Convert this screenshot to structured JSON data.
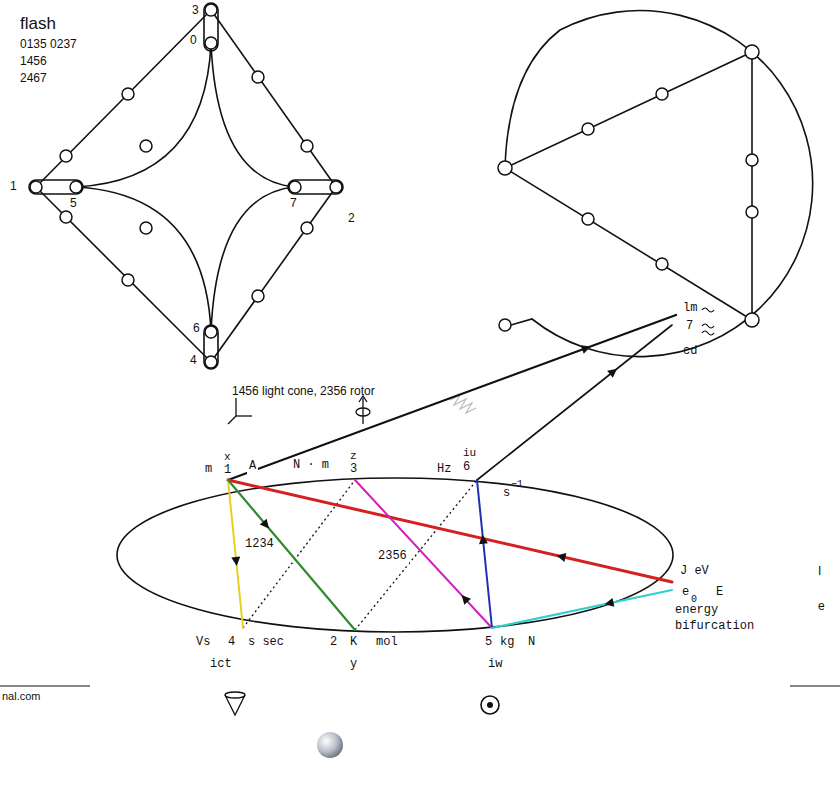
{
  "diagram": {
    "labels": [
      "flash",
      "0135 0237",
      "1456",
      "2467",
      "3",
      "0",
      "1",
      "5",
      "7",
      "2",
      "6",
      "4",
      "1456 light cone, 2356 rotor",
      "m",
      "x",
      "1",
      "A",
      "N · m",
      "z",
      "3",
      "Hz",
      "iu",
      "6",
      "s",
      "−1",
      "lm",
      "7",
      "cd",
      "1234",
      "2356",
      "J eV",
      "e",
      "0",
      "E",
      "energy",
      "bifurcation",
      "Vs",
      "4",
      "s sec",
      "2",
      "K",
      "mol",
      "5",
      "kg",
      "N",
      "ict",
      "y",
      "iw",
      "nal.com",
      "I",
      "e"
    ]
  }
}
